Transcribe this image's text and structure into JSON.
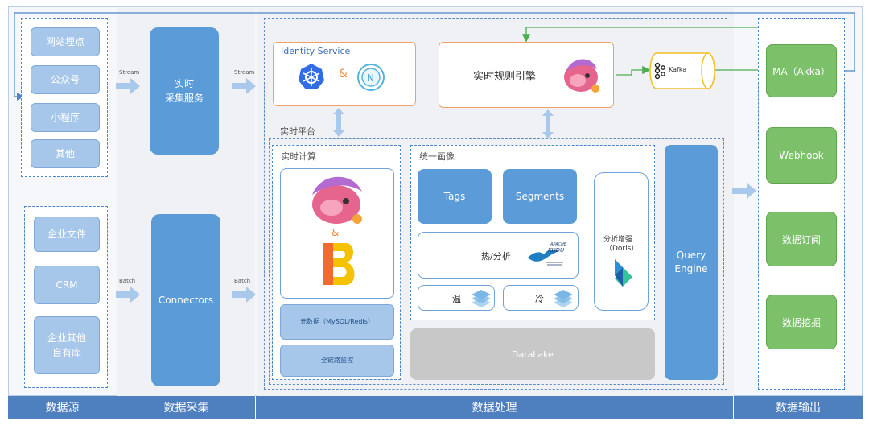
{
  "columns": {
    "source": "数据源",
    "collect": "数据采集",
    "process": "数据处理",
    "output": "数据输出"
  },
  "sources_top": [
    "网站埋点",
    "公众号",
    "小程序",
    "其他"
  ],
  "sources_bottom": [
    "企业文件",
    "CRM",
    "企业其他\n自有库"
  ],
  "arrows": {
    "stream1": "Stream",
    "stream2": "Stream",
    "batch1": "Batch",
    "batch2": "Batch"
  },
  "collect": {
    "realtime": "实时\n采集服务",
    "connectors": "Connectors"
  },
  "process": {
    "identity_service": "Identity Service",
    "amp": "&",
    "rule_engine": "实时规则引擎",
    "kafka": "Kafka",
    "realtime_platform": "实时平台",
    "realtime_compute": "实时计算",
    "metadata": "元数据（MySQL/Redis）",
    "monitor": "全链路监控",
    "unified_profile": "统一画像",
    "tags": "Tags",
    "segments": "Segments",
    "hot_analysis": "热/分析",
    "warm": "温",
    "cold": "冷",
    "analysis_boost": "分析增强",
    "doris": "（Doris）",
    "query_engine": "Query\nEngine",
    "datalake": "DataLake",
    "kudu": "KUDU",
    "apache": "APACHE"
  },
  "output": [
    "MA（Akka）",
    "Webhook",
    "数据订阅",
    "数据挖掘"
  ],
  "colors": {
    "blue_block": "#5b9bd8",
    "green_block": "#7cc06a",
    "orange_border": "#f0a16a",
    "bottom_bar": "#4e7fbf",
    "arrow": "#a8c8ec"
  },
  "icons": [
    "kubernetes-icon",
    "nacos-icon",
    "flink-squirrel-icon",
    "kafka-icon",
    "blink-icon",
    "kudu-icon",
    "doris-icon",
    "storage-stack-icon"
  ]
}
